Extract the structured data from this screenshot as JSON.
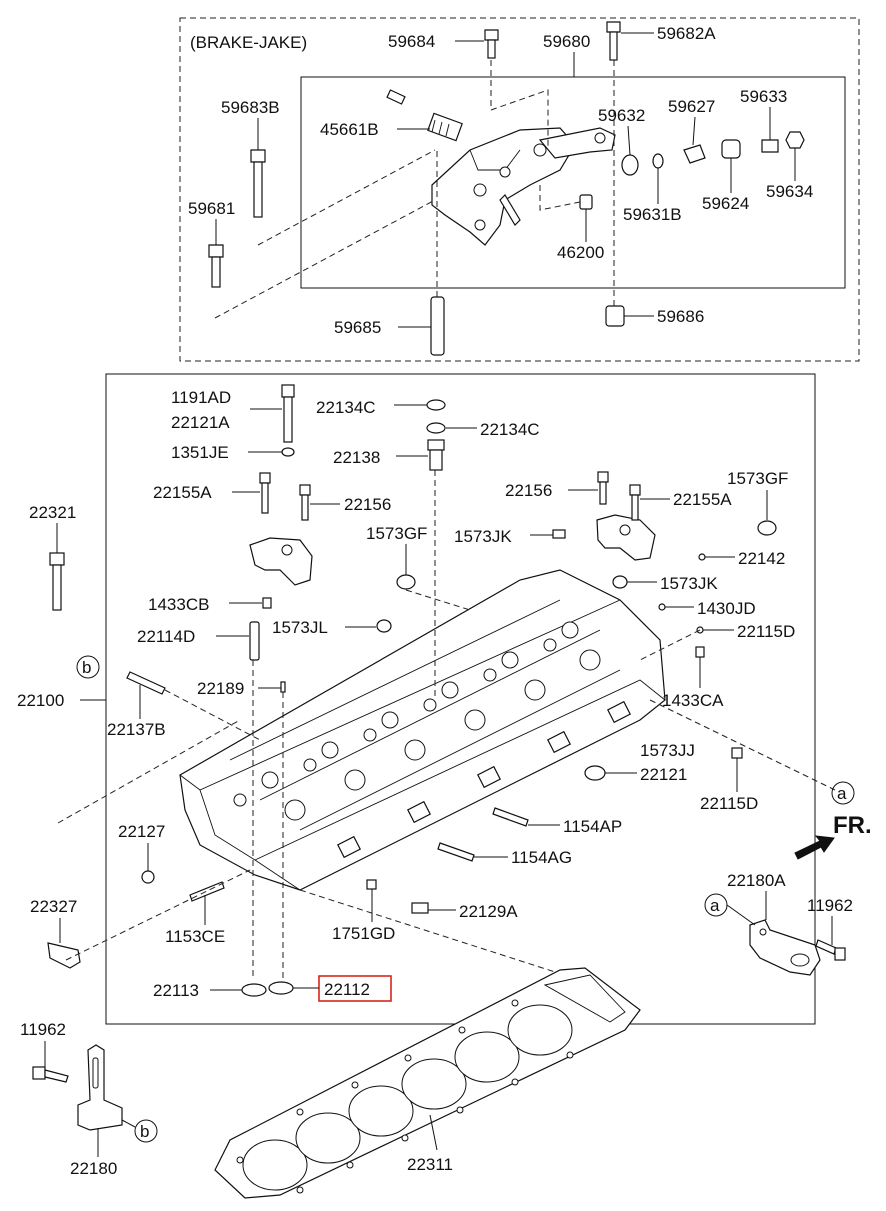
{
  "group_title": "(BRAKE-JAKE)",
  "front_label": "FR.",
  "highlight_color": "#d9261c",
  "parts": {
    "p59684": "59684",
    "p59680": "59680",
    "p59682A": "59682A",
    "p59683B": "59683B",
    "p45661B": "45661B",
    "p59632": "59632",
    "p59627": "59627",
    "p59633": "59633",
    "p59681": "59681",
    "p59631B": "59631B",
    "p59624": "59624",
    "p59634": "59634",
    "p46200": "46200",
    "p59685": "59685",
    "p59686": "59686",
    "p1191AD": "1191AD",
    "p22121A": "22121A",
    "p22134C_a": "22134C",
    "p22134C_b": "22134C",
    "p1351JE": "1351JE",
    "p22138": "22138",
    "p22155A_l": "22155A",
    "p22156_l": "22156",
    "p22156_r": "22156",
    "p22155A_r": "22155A",
    "p1573GF_r": "1573GF",
    "p22321": "22321",
    "p1573GF_l": "1573GF",
    "p1573JK_a": "1573JK",
    "p22142": "22142",
    "p1573JK_b": "1573JK",
    "p1433CB": "1433CB",
    "p1430JD": "1430JD",
    "p22114D": "22114D",
    "p1573JL": "1573JL",
    "p22115D_a": "22115D",
    "p22189": "22189",
    "p22100": "22100",
    "p22137B": "22137B",
    "p1433CA": "1433CA",
    "p1573JJ": "1573JJ",
    "p22121": "22121",
    "p22115D_b": "22115D",
    "p22127": "22127",
    "p1154AP": "1154AP",
    "p1154AG": "1154AG",
    "p22180A": "22180A",
    "p22327": "22327",
    "p11962_r": "11962",
    "p22129A": "22129A",
    "p1153CE": "1153CE",
    "p1751GD": "1751GD",
    "p22113": "22113",
    "p22112": "22112",
    "p11962_l": "11962",
    "p22180": "22180",
    "p22311": "22311"
  },
  "callouts": {
    "a1": "a",
    "a2": "a",
    "b1": "b",
    "b2": "b"
  }
}
